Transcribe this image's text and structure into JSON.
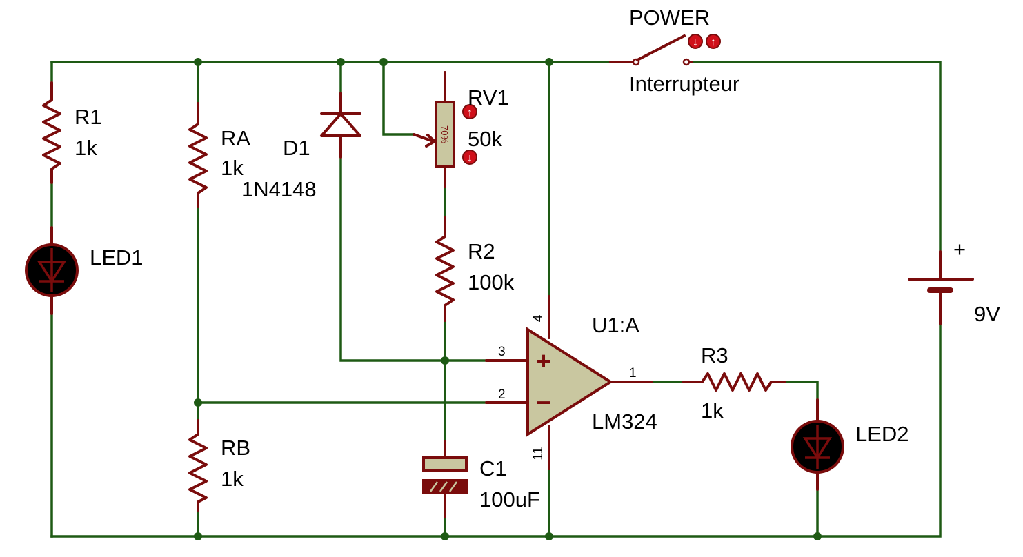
{
  "components": {
    "power_switch": {
      "name": "POWER",
      "type": "Interrupteur"
    },
    "r1": {
      "ref": "R1",
      "value": "1k"
    },
    "ra": {
      "ref": "RA",
      "value": "1k"
    },
    "rb": {
      "ref": "RB",
      "value": "1k"
    },
    "r2": {
      "ref": "R2",
      "value": "100k"
    },
    "r3": {
      "ref": "R3",
      "value": "1k"
    },
    "rv1": {
      "ref": "RV1",
      "value": "50k",
      "wiper": "70%"
    },
    "d1": {
      "ref": "D1",
      "value": "1N4148"
    },
    "c1": {
      "ref": "C1",
      "value": "100uF"
    },
    "led1": {
      "ref": "LED1"
    },
    "led2": {
      "ref": "LED2"
    },
    "u1": {
      "ref": "U1:A",
      "value": "LM324",
      "pin_vcc": "4",
      "pin_noninv": "3",
      "pin_inv": "2",
      "pin_out": "1",
      "pin_gnd": "11",
      "plus_sign": "+",
      "minus_sign": "−"
    },
    "battery": {
      "plus": "+",
      "value": "9V"
    }
  },
  "colors": {
    "wire": "#1e5a14",
    "component": "#7a0c0c",
    "body_fill": "#c9c7a0",
    "led_fill": "#000000",
    "marker": "#d0101a"
  },
  "icons": {
    "switch_down": "arrow-down-icon",
    "switch_up": "arrow-up-icon"
  }
}
